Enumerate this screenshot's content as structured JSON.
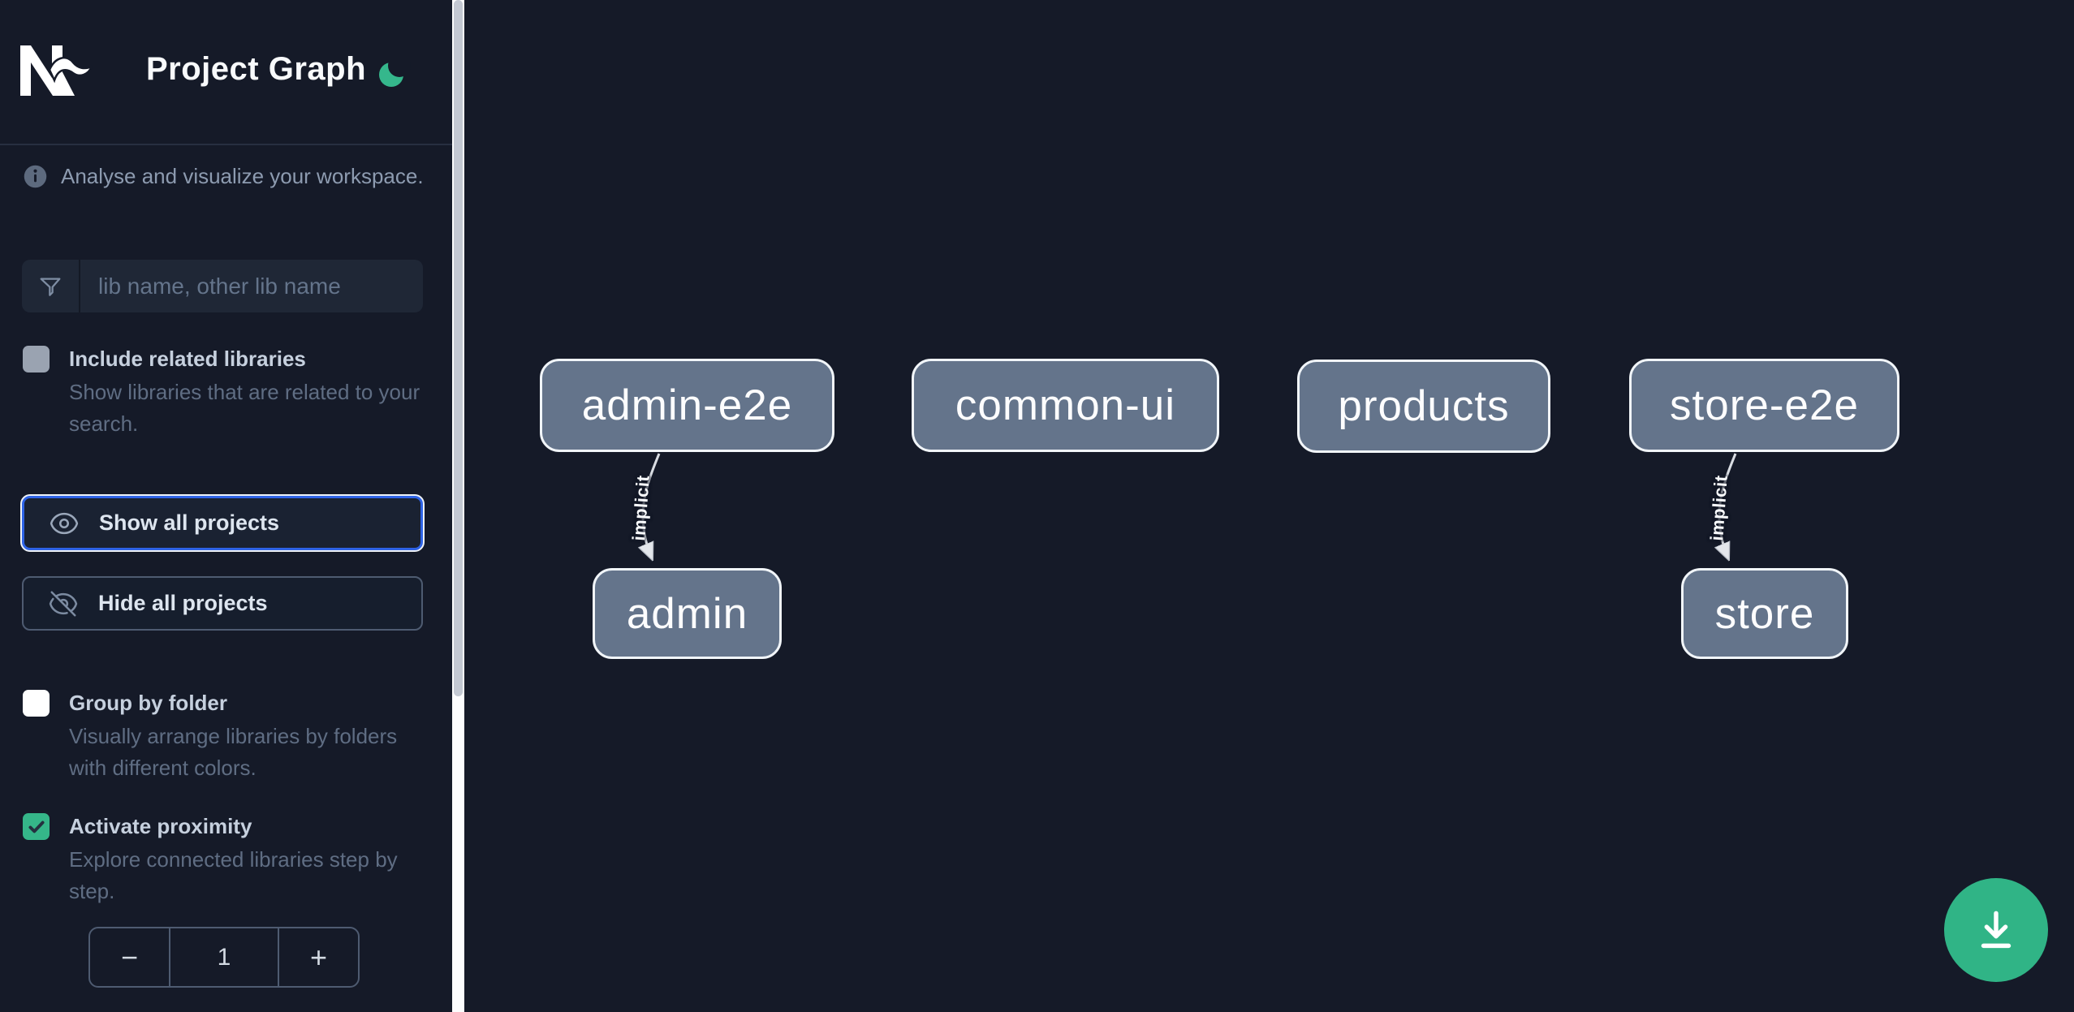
{
  "header": {
    "app": "Nx",
    "title": "Project Graph",
    "theme_icon": "moon-icon"
  },
  "sidebar": {
    "info_text": "Analyse and visualize your workspace.",
    "search": {
      "icon": "funnel-icon",
      "placeholder": "lib name, other lib name",
      "value": ""
    },
    "include_related": {
      "title": "Include related libraries",
      "description": "Show libraries that are related to your search.",
      "checked": false
    },
    "actions": {
      "show_all": "Show all projects",
      "hide_all": "Hide all projects",
      "show_icon": "eye-icon",
      "hide_icon": "eye-off-icon"
    },
    "group_by_folder": {
      "title": "Group by folder",
      "description": "Visually arrange libraries by folders with different colors.",
      "checked": false
    },
    "proximity": {
      "title": "Activate proximity",
      "description": "Explore connected libraries step by step.",
      "checked": true,
      "stepper": {
        "decrease_label": "−",
        "value": "1",
        "increase_label": "+"
      }
    }
  },
  "graph": {
    "nodes": [
      {
        "label": "admin-e2e"
      },
      {
        "label": "common-ui"
      },
      {
        "label": "products"
      },
      {
        "label": "store-e2e"
      },
      {
        "label": "admin"
      },
      {
        "label": "store"
      }
    ],
    "edges": [
      {
        "from": "admin-e2e",
        "to": "admin",
        "label": "implicit",
        "type": "implicit"
      },
      {
        "from": "store-e2e",
        "to": "store",
        "label": "implicit",
        "type": "implicit"
      }
    ]
  },
  "fab": {
    "icon": "download-icon"
  },
  "colors": {
    "background": "#151a28",
    "node_fill": "#64748b",
    "node_border": "#f1f5f9",
    "edge": "#d9dde3",
    "accent_green": "#31b487",
    "focus_blue": "#2e63e6"
  }
}
